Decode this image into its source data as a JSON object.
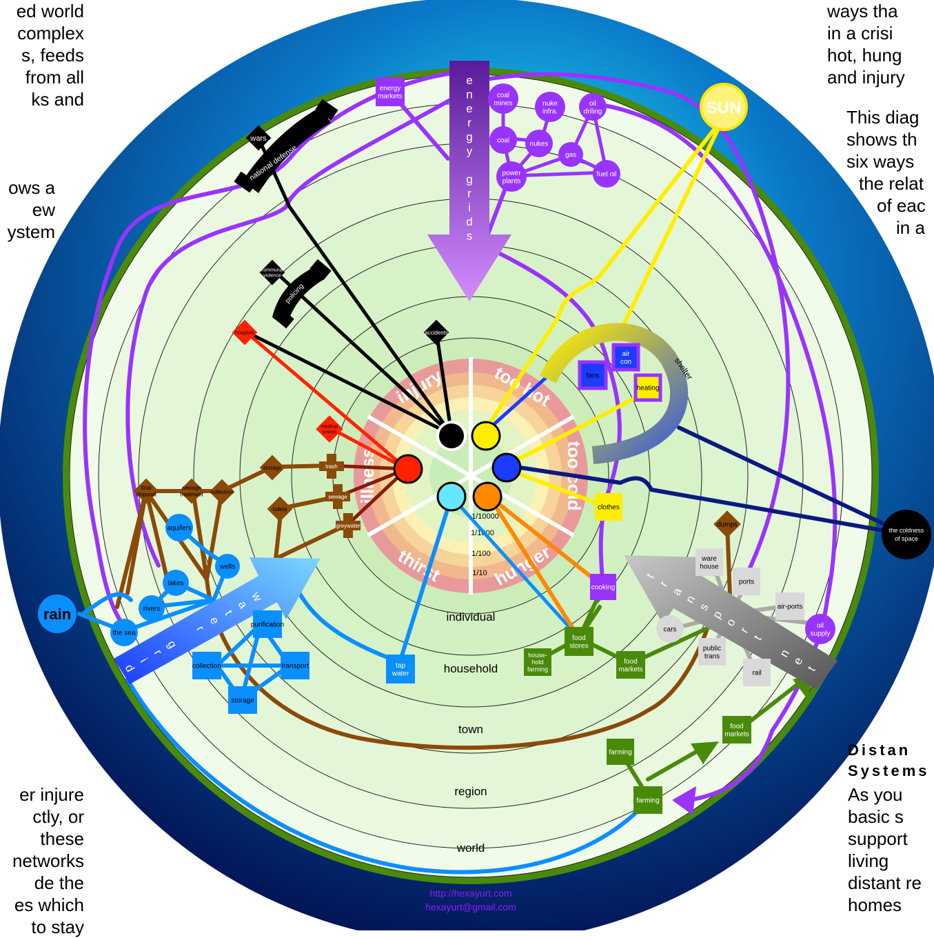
{
  "side_text": {
    "top_left": [
      "ed world",
      "complex",
      "s, feeds",
      "from all",
      "ks and"
    ],
    "mid_left": [
      "ows a",
      "ew",
      "ystem"
    ],
    "bottom_left": [
      "er injure",
      "ctly, or",
      "these",
      "networks",
      "de the",
      "es which",
      "to stay"
    ],
    "top_right": [
      "ways tha",
      "in a crisi",
      "hot, hung",
      "and injury"
    ],
    "mid_right": [
      "This diag",
      "shows th",
      "six ways",
      "the relat",
      "of eac",
      "in a"
    ],
    "bottom_right_heading": [
      "Distan",
      "Systems"
    ],
    "bottom_right": [
      "As you",
      "basic s",
      "support",
      "living",
      "distant re",
      "homes"
    ]
  },
  "rings": {
    "individual": "individual",
    "household": "household",
    "town": "town",
    "region": "region",
    "world": "world"
  },
  "scale_labels": [
    "1/10000",
    "1/1000",
    "1/100",
    "1/10"
  ],
  "sectors": {
    "injury": "injury",
    "too_hot": "too hot",
    "too_cold": "too cold",
    "hunger": "hunger",
    "thirst": "thirst",
    "illness": "illness"
  },
  "energy": {
    "grid_letters": [
      "e",
      "n",
      "e",
      "r",
      "g",
      "y",
      "",
      "g",
      "r",
      "i",
      "d",
      "s"
    ],
    "markets": [
      "energy",
      "markets"
    ],
    "coal_mines": [
      "coal",
      "mines"
    ],
    "nuke_infra": [
      "nuke",
      "infra."
    ],
    "oil_drilling": [
      "oil",
      "driling"
    ],
    "coal": "coal",
    "nukes": "nukes",
    "gas": "gas",
    "power_plants": [
      "power",
      "plants"
    ],
    "fuel_oil": "fuel oil"
  },
  "sun": "SUN",
  "defense": {
    "wars": "wars",
    "national_defense": "national defense",
    "communal_violence": [
      "communal",
      "violence"
    ],
    "policing": "policing",
    "accidents": "accidents",
    "hospitals": "hospitals",
    "medical_events": [
      "medical",
      "events"
    ]
  },
  "shelter": {
    "shelter": "shelter",
    "fans": "fans",
    "air_con": [
      "air",
      "con"
    ],
    "heating": "heating",
    "clothes": "clothes",
    "coldness_of_space": [
      "the coldness",
      "of space"
    ]
  },
  "sanitation": {
    "storage": "storage",
    "trash": "trash",
    "sewage": "sewage",
    "greywater": "greywater",
    "toilets": "toilets",
    "collection": "collection",
    "sewage_treatment": [
      "sewage",
      "treatment"
    ],
    "final_disposal": [
      "final",
      "disposal"
    ]
  },
  "water": {
    "aquifers": "aquifers",
    "wells": "wells",
    "lakes": "lakes",
    "rivers": "rivers",
    "the_sea": "the sea",
    "rain": "rain",
    "grid_letters": [
      "w",
      "a",
      "t",
      "e",
      "r",
      "",
      "g",
      "r",
      "i",
      "d"
    ],
    "purification": "purification",
    "collection": "collection",
    "transport": "transport",
    "storage": "storage",
    "tap_water": [
      "tap",
      "water"
    ]
  },
  "food": {
    "cooking": "cooking",
    "food_stores": [
      "food",
      "stores"
    ],
    "household_farming": [
      "house-",
      "hold",
      "farming"
    ],
    "food_markets": [
      "food",
      "markets"
    ],
    "food_markets_region": [
      "food",
      "markets"
    ],
    "farming_small": "farming",
    "farming": "farming"
  },
  "transport": {
    "grid_letters": [
      "t",
      "r",
      "a",
      "n",
      "s",
      "p",
      "o",
      "r",
      "t",
      "",
      "n",
      "e",
      "t"
    ],
    "dumps": "dumps",
    "warehouse": [
      "ware",
      "house"
    ],
    "ports": "ports",
    "air_ports": "air-ports",
    "cars": "cars",
    "public_trans": [
      "public",
      "trans"
    ],
    "rail": "rail",
    "oil_supply": [
      "oil",
      "supply"
    ]
  },
  "footer": {
    "url": "http://hexayurt.com",
    "email": "hexayurt@gmail.com"
  },
  "colors": {
    "black": "#000000",
    "yellow": "#ffee00",
    "blue": "#1a3cff",
    "orange": "#ff8800",
    "cyan": "#66e6ff",
    "red": "#ff2200",
    "purple": "#9933ff",
    "brown": "#8a4a08",
    "water": "#0a8fff",
    "green": "#4a8a0a",
    "navy": "#0a1a80",
    "gray": "#8c8c8c"
  }
}
